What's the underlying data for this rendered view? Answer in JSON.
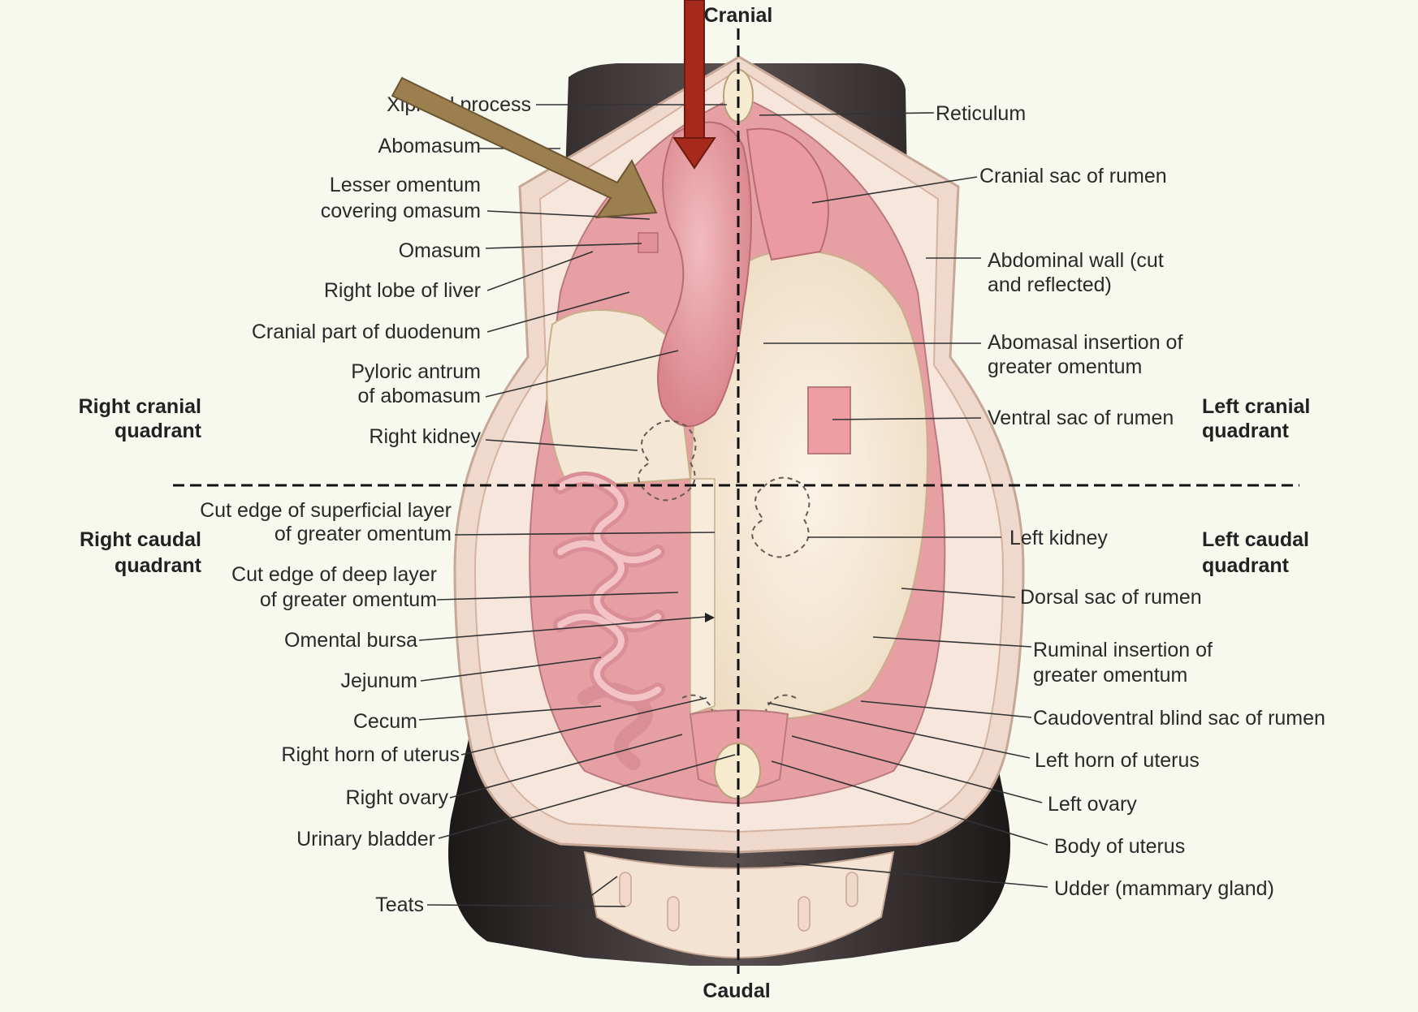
{
  "orientation": {
    "cranial": "Cranial",
    "caudal": "Caudal"
  },
  "quadrants": {
    "right_cranial": [
      "Right cranial",
      "quadrant"
    ],
    "left_cranial": [
      "Left cranial",
      "quadrant"
    ],
    "right_caudal": [
      "Right caudal",
      "quadrant"
    ],
    "left_caudal": [
      "Left caudal",
      "quadrant"
    ]
  },
  "left_labels": {
    "xiphoid": [
      "Xiphoid process"
    ],
    "abomasum": [
      "Abomasum"
    ],
    "lesser_omentum": [
      "Lesser omentum",
      "covering omasum"
    ],
    "omasum": [
      "Omasum"
    ],
    "right_liver": [
      "Right lobe of liver"
    ],
    "duodenum": [
      "Cranial part of duodenum"
    ],
    "pyloric": [
      "Pyloric antrum",
      "of abomasum"
    ],
    "right_kidney": [
      "Right kidney"
    ],
    "cut_superficial": [
      "Cut edge of superficial layer",
      "of greater omentum"
    ],
    "cut_deep": [
      "Cut edge of deep layer",
      "of greater omentum"
    ],
    "omental_bursa": [
      "Omental bursa"
    ],
    "jejunum": [
      "Jejunum"
    ],
    "cecum": [
      "Cecum"
    ],
    "right_horn": [
      "Right horn of uterus"
    ],
    "right_ovary": [
      "Right ovary"
    ],
    "bladder": [
      "Urinary bladder"
    ],
    "teats": [
      "Teats"
    ]
  },
  "right_labels": {
    "reticulum": [
      "Reticulum"
    ],
    "cranial_sac": [
      "Cranial sac of rumen"
    ],
    "abdominal_wall": [
      "Abdominal wall (cut",
      "and reflected)"
    ],
    "abomasal_insertion": [
      "Abomasal insertion of",
      "greater omentum"
    ],
    "ventral_sac": [
      "Ventral sac of rumen"
    ],
    "left_kidney": [
      "Left kidney"
    ],
    "dorsal_sac": [
      "Dorsal sac of rumen"
    ],
    "ruminal_insertion": [
      "Ruminal insertion of",
      "greater omentum"
    ],
    "caudoventral": [
      "Caudoventral blind sac of rumen"
    ],
    "left_horn": [
      "Left horn of uterus"
    ],
    "left_ovary": [
      "Left ovary"
    ],
    "body_uterus": [
      "Body of uterus"
    ],
    "udder": [
      "Udder (mammary gland)"
    ]
  },
  "colors": {
    "background": "#f7f8ee",
    "red_arrow": "#a52a1c",
    "tan_arrow": "#9c7f4e",
    "peritoneum": "#f4e1d6",
    "rumen_pale": "#f6ead8",
    "organ_pink": "#e89ea2",
    "body_dark": "#3a3232"
  }
}
